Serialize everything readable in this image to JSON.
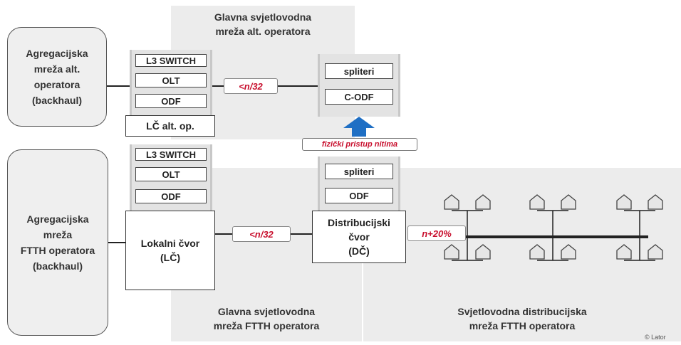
{
  "zones": {
    "alt_main": "Glavna svjetlovodna\nmreža alt. operatora",
    "ftth_main": "Glavna svjetlovodna\nmreža FTTH operatora",
    "ftth_distribution": "Svjetlovodna distribucijska\nmreža  FTTH operatora"
  },
  "alt_operator": {
    "aggregation": "Agregacijska\nmreža alt.\noperatora\n(backhaul)",
    "stack": [
      "L3 SWITCH",
      "OLT",
      "ODF"
    ],
    "node": "LČ alt. op.",
    "ratio": "<n/32",
    "colo": [
      "spliteri",
      "C-ODF"
    ]
  },
  "access_label": "fizički pristup nitima",
  "ftth_operator": {
    "aggregation": "Agregacijska\nmreža\nFTTH operatora\n(backhaul)",
    "stack": [
      "L3 SWITCH",
      "OLT",
      "ODF"
    ],
    "local_node": "Lokalni čvor\n(LČ)",
    "ratio": "<n/32",
    "dist_stack": [
      "spliteri",
      "ODF"
    ],
    "dist_node": "Distribucijski\nčvor\n(DČ)",
    "dist_ratio": "n+20%"
  },
  "copyright": "© Lator",
  "colors": {
    "arrow": "#1f6fc4",
    "ratio_text": "#c8102e",
    "zone_bg": "#ececec"
  }
}
